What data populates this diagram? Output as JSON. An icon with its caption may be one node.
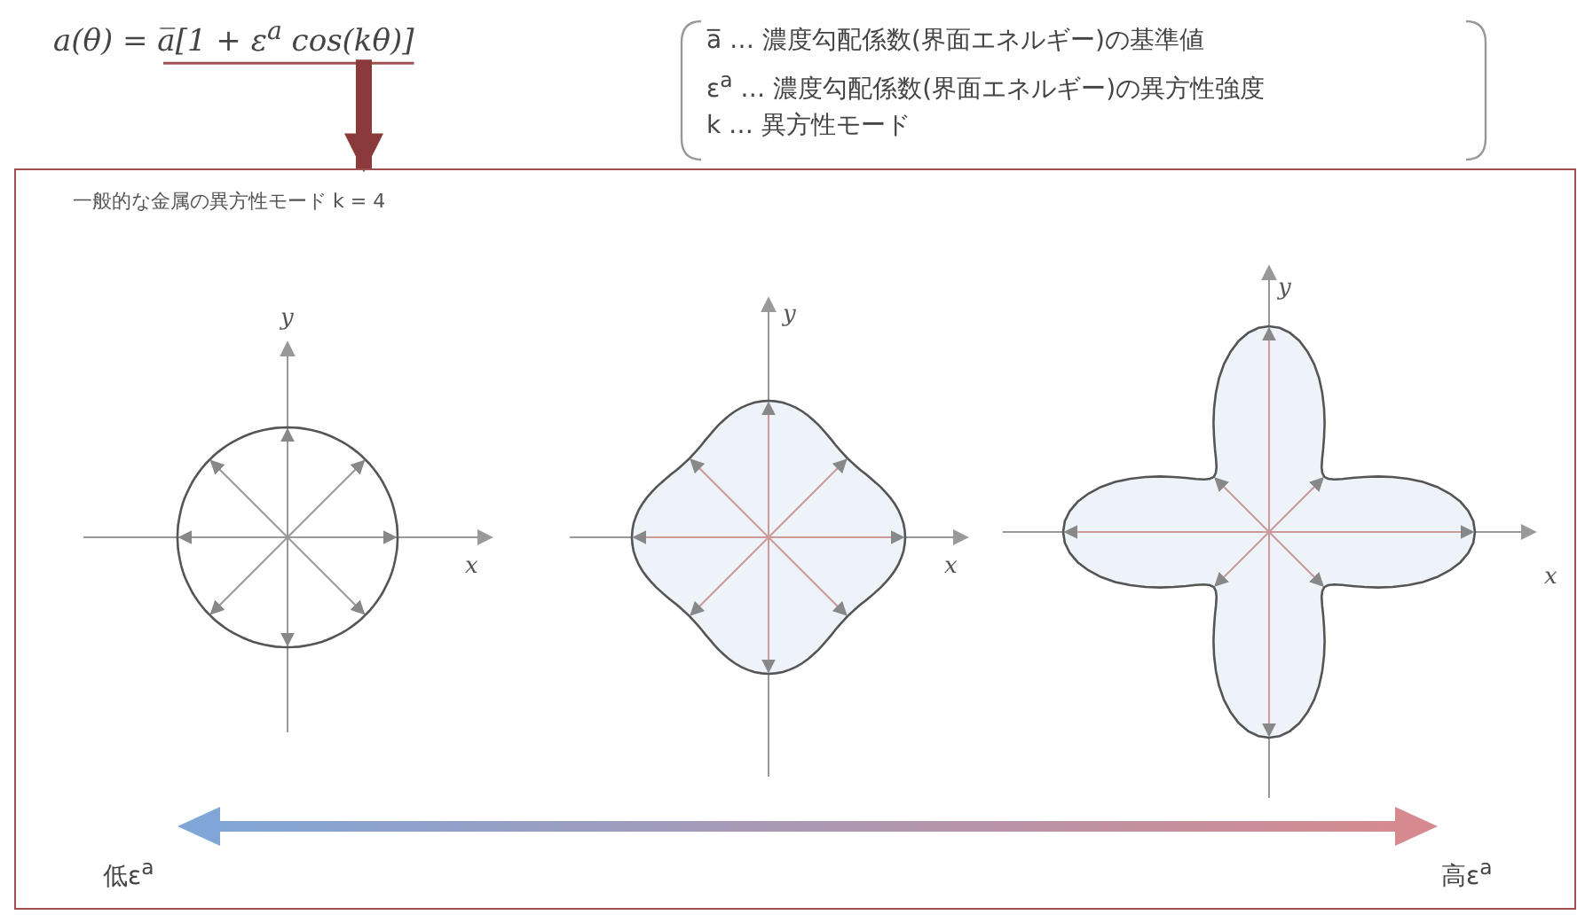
{
  "diagram": {
    "nodes": [
      {
        "text": [
          "a(θ) = a̅[1 + ε$^{a}$ cos(kθ)]"
        ]
      },
      {
        "text": [
          "一般的な金属の異方性モード k = 4"
        ]
      }
    ],
    "edges": [
      {
        "from": 0,
        "to": 1,
        "arrow": "to"
      }
    ],
    "labels": [
      "a̅ … 濃度勾配係数(界面エネルギー)の基準値",
      "ε$^{a}$ … 濃度勾配係数(界面エネルギー)の異方性強度",
      "k … 異方性モード",
      "y",
      "x",
      "y",
      "x",
      "y",
      "x",
      "低ε$^{a}$",
      "高ε$^{a}$"
    ]
  }
}
